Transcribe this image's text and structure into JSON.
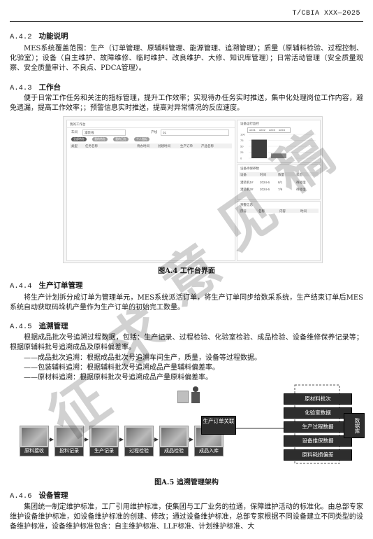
{
  "header": {
    "standard_no": "T/CBIA XXX—2025"
  },
  "sections": {
    "s442": {
      "num": "A.4.2",
      "title": "功能说明",
      "text": "MES系统覆盖范围：生产（订单管理、原辅料管理、能源管理、追溯管理）；质量（原辅料检验、过程控制、化验室）；设备（自主维护、故障维修、临时维护、改良维护、大修、知识库管理）；日常活动管理（安全质量观察、安全质量审计、不良点、PDCA管理）。"
    },
    "s443": {
      "num": "A.4.3",
      "title": "工作台",
      "text": "便于日常工作任务和关注的指标管理，提升工作效率；实现待办任务实时推送，集中化处理岗位工作内容，避免遗漏，提高工作效率；；预警信息实时推送，提高对异常情况的反应速度。"
    },
    "s444": {
      "num": "A.4.4",
      "title": "生产订单管理",
      "text": "将生产计划拆分成订单为管理单元，MES系统派活订单，将生产订单同步给数采系统，生产结束订单后MES系统自动获取码垛机产量作为生产订单的初始完工数量。"
    },
    "s445": {
      "num": "A.4.5",
      "title": "追溯管理",
      "text": "根据成品批次号追溯过程数据，包括：生产记录、过程检验、化验室检验、成品检验、设备维修保养记录等；根据原辅料批号追溯成品及原料偏差率。",
      "items": [
        "——成品批次追溯：根据成品批次号追溯车间生产，质量，设备等过程数据。",
        "——包装辅料追溯：根据辅料批次号追溯成品产量辅料偏差率。",
        "——原材料追溯：根据原料批次号追溯成品产量原料偏差率。"
      ]
    },
    "s446": {
      "num": "A.4.6",
      "title": "设备管理",
      "text": "集团统一制定维护标准，工厂引用维护标准，使集团与工厂业务的拉通，保障维护活动的标准化。由总部专家维护设备维护标准，如设备维护标准的创建、修改；通过设备维护标准，总部专家根据不同设备建立不同类型的设备维护标准，设备维护标准包含：自主维护标准、LLF标准、计划维护标准、大"
    }
  },
  "fig4": {
    "caption": "图A.4  工作台界面",
    "title": "我的工作台",
    "tab1": "我的待办",
    "filter1": "车间",
    "filter1_val": "灌装线",
    "filter2": "产线",
    "filter2_val": "01",
    "pills": [
      "全部待办",
      "我的待办",
      "我的已办",
      "个人指标"
    ],
    "cols": [
      "类型",
      "任务名称",
      "",
      "待办时间",
      "创建时间",
      "生产订单",
      "产品名称"
    ],
    "right_title": "设备运行监控",
    "chips": [
      "oee1",
      "oee2",
      "oee3",
      "oee4"
    ],
    "yaxis": [
      "100",
      "75",
      "50",
      "25",
      "0"
    ],
    "chart_data": {
      "type": "bar",
      "values": [
        78,
        20
      ]
    },
    "orders_title": "设备待保养数",
    "orders_cols": [
      "设备",
      "时间",
      "数量",
      "状态"
    ],
    "orders_rows": [
      [
        "灌装机1#",
        "2024-6",
        "8/1",
        "待处理"
      ],
      [
        "灌装机2#",
        "2024-6",
        "7/6",
        "待处理"
      ]
    ],
    "bottom_title": "预警信息",
    "bottom_cols": [
      "序号",
      "名称",
      "内容",
      "时间"
    ]
  },
  "fig5": {
    "caption": "图A.5  追溯管理架构",
    "stages": [
      "原料接收",
      "投料记录",
      "生产记录",
      "过程检验",
      "成品检验",
      "成品入库"
    ],
    "order_label": "生产订单关联",
    "data_items": [
      "原材料批次",
      "化验室数据",
      "生产过程数据",
      "设备维保数据",
      "原料耗损偏差"
    ],
    "db_label": "数据库"
  },
  "watermark": [
    "征",
    "求",
    "意",
    "见",
    "稿"
  ]
}
